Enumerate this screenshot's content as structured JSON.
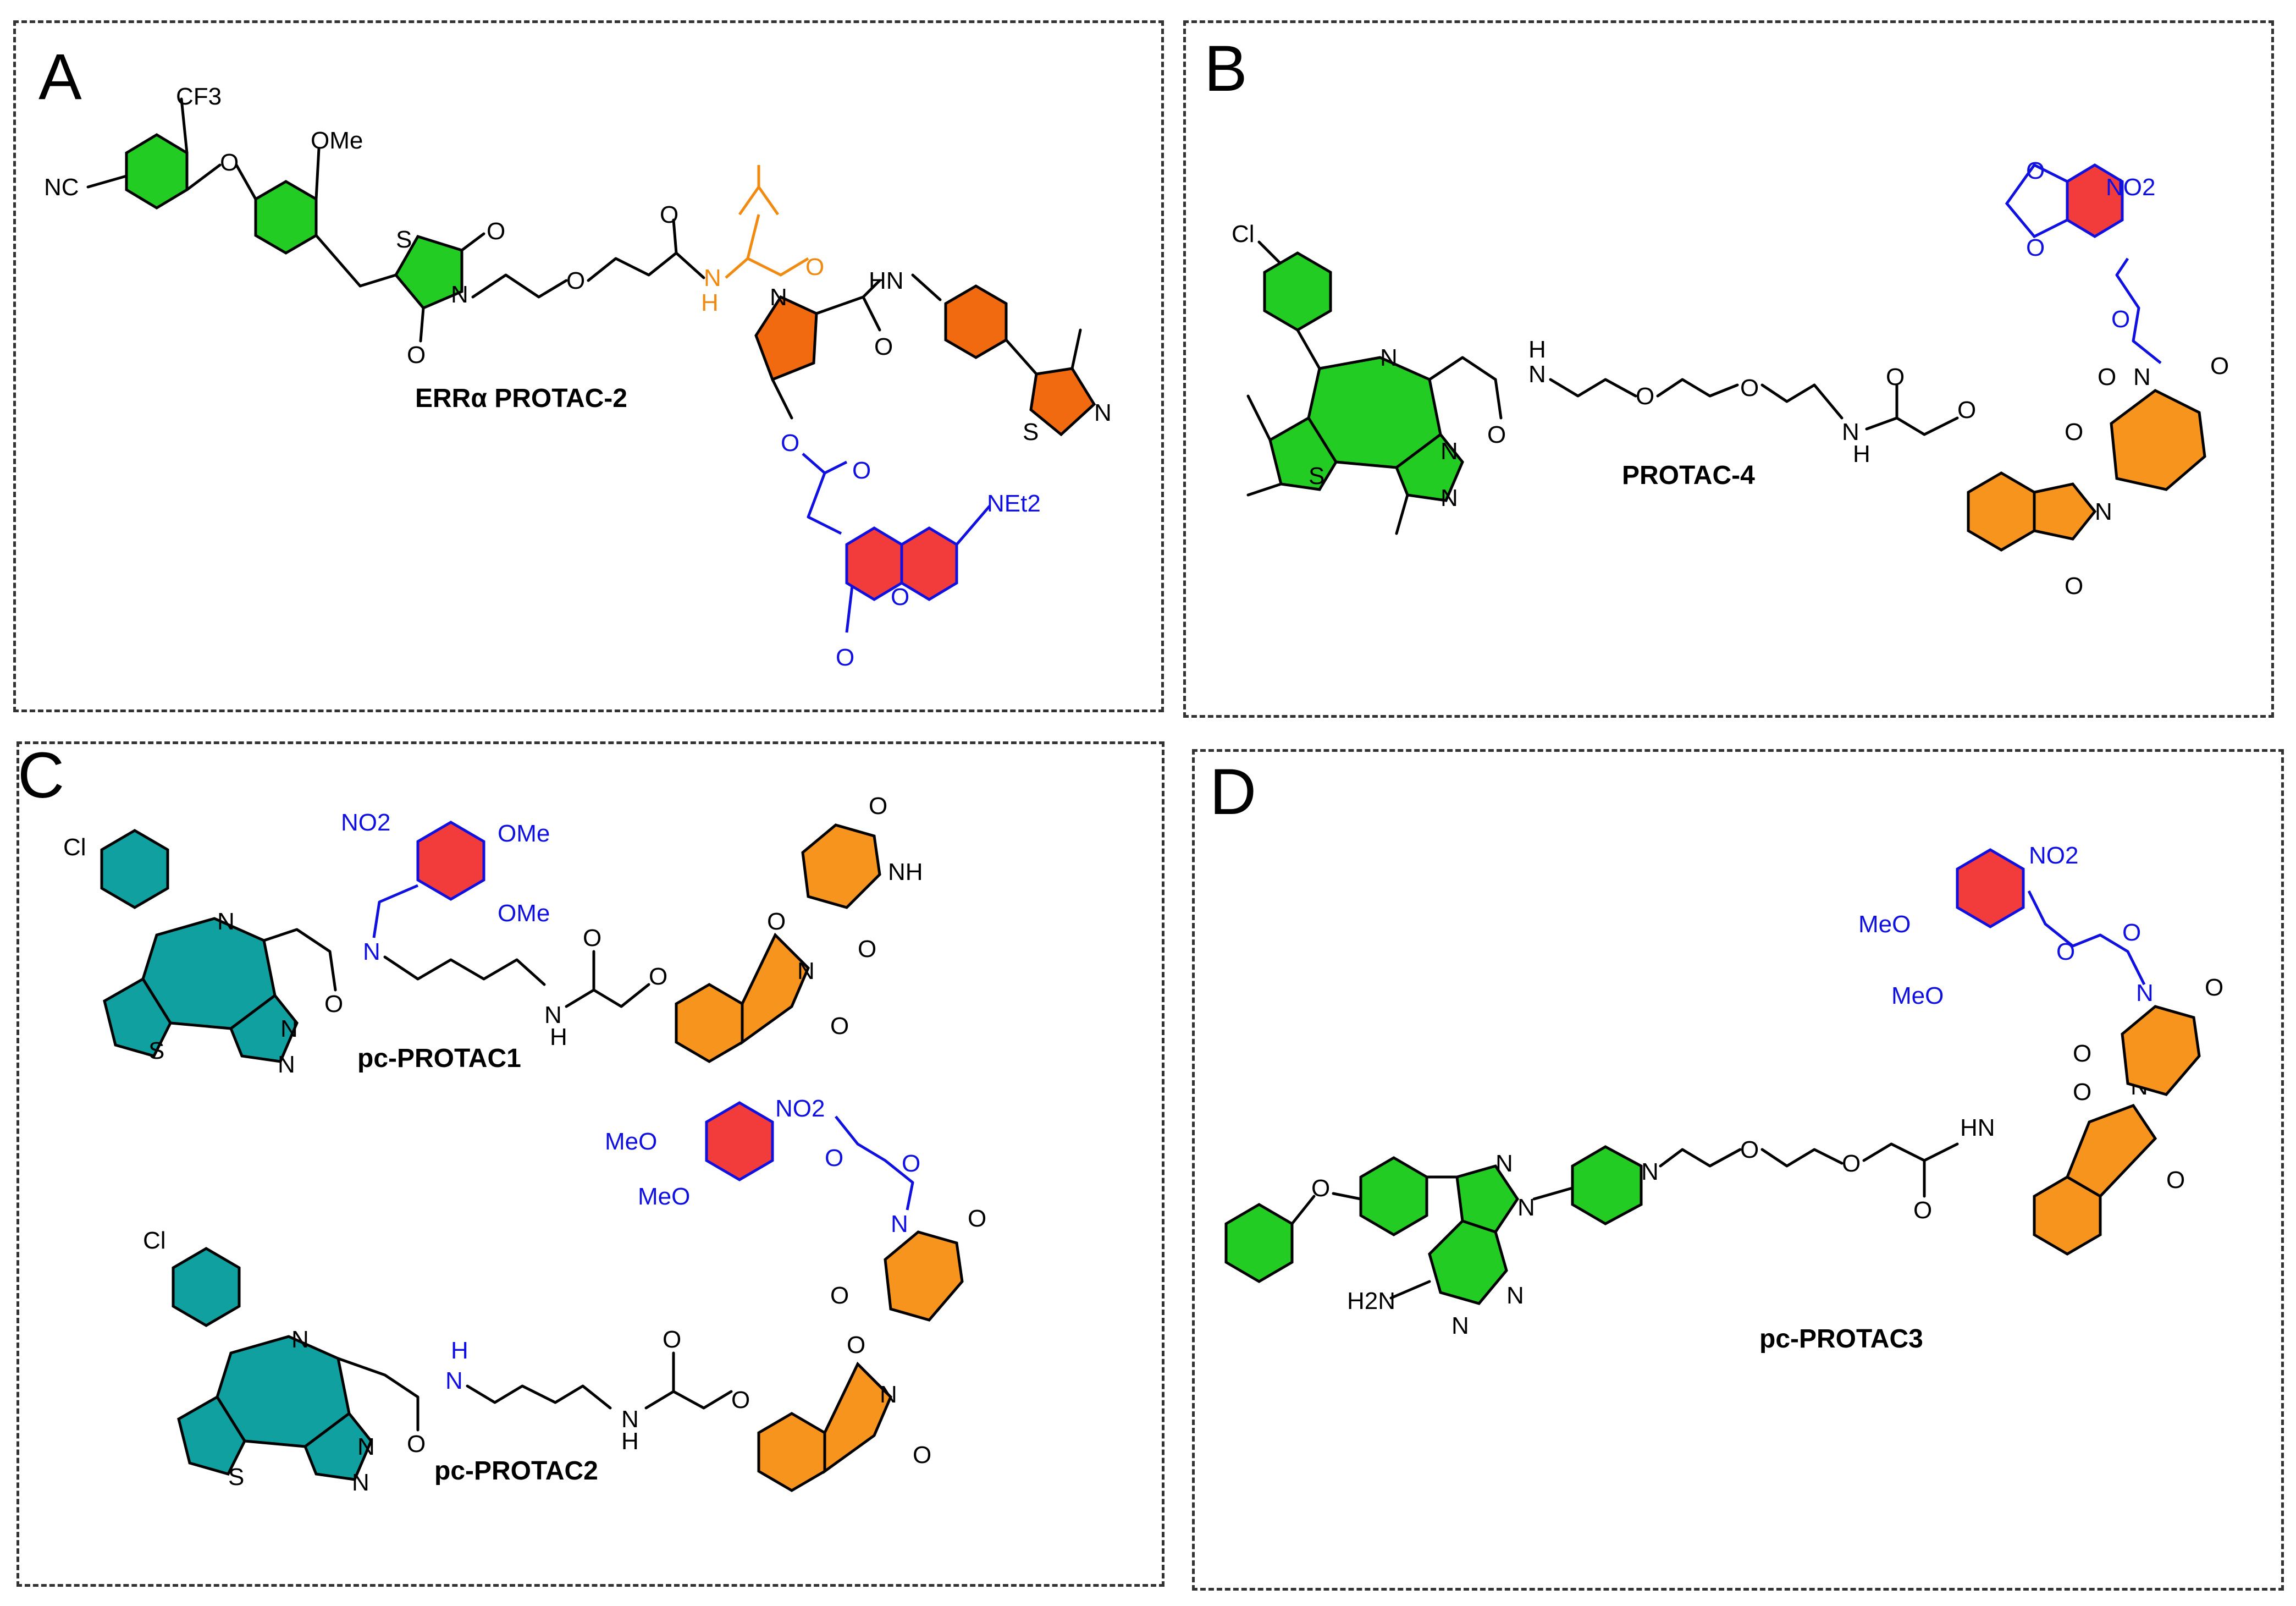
{
  "colors": {
    "green": "#22cc22",
    "teal": "#10a0a0",
    "orange": "#f7941d",
    "dark_orange": "#f26a10",
    "red": "#f23c3c",
    "blue_label": "#1010e0",
    "linker_orange": "#f08a10"
  },
  "panels": [
    {
      "letter": "A",
      "compound": "ERRα PROTAC-2"
    },
    {
      "letter": "B",
      "compound": "PROTAC-4"
    },
    {
      "letter": "C",
      "compound": "pc-PROTAC1",
      "compound2": "pc-PROTAC2"
    },
    {
      "letter": "D",
      "compound": "pc-PROTAC3"
    }
  ],
  "atom_labels": {
    "cf3": "CF3",
    "ome": "OMe",
    "nc": "NC",
    "cl": "Cl",
    "no2": "NO2",
    "net2": "NEt2",
    "meo": "MeO",
    "h2n": "H2N",
    "nh": "NH",
    "hn": "HN",
    "s": "S",
    "o": "O",
    "n": "N",
    "h": "H"
  }
}
